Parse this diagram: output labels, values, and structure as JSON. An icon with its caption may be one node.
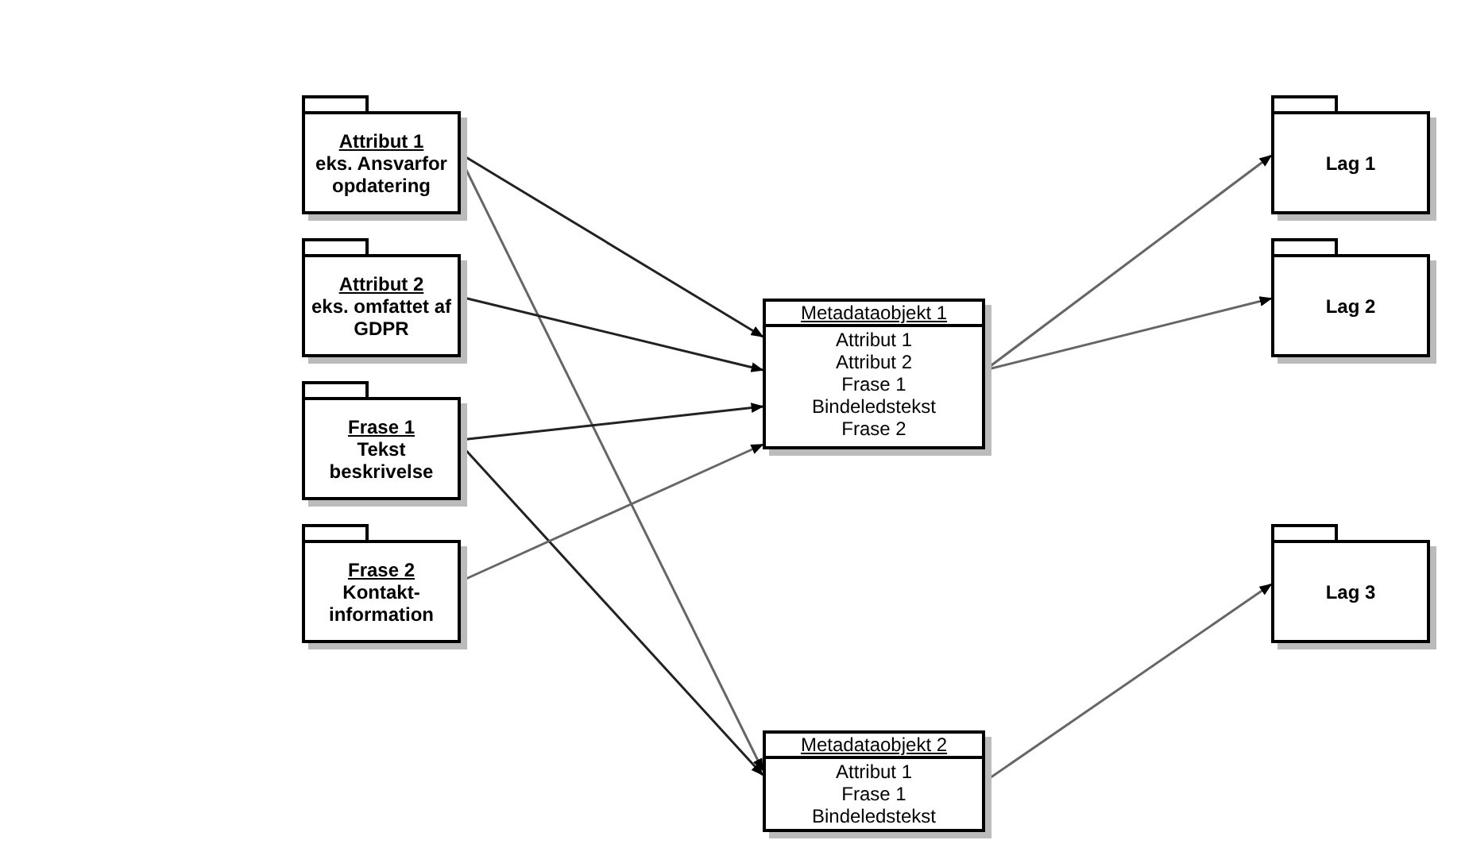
{
  "diagram": {
    "nodes": [
      {
        "text": [
          "Attribut 1",
          "eks. Ansvarfor opdatering"
        ]
      },
      {
        "text": [
          "Attribut 2",
          "eks. omfattet af GDPR"
        ]
      },
      {
        "text": [
          "Frase 1",
          "Tekst beskrivelse"
        ]
      },
      {
        "text": [
          "Frase 2",
          "Kontakt-information"
        ]
      },
      {
        "text": [
          "Metadataobjekt 1",
          "Attribut 1",
          "Attribut 2",
          "Frase 1",
          "Bindeledstekst",
          "Frase 2"
        ]
      },
      {
        "text": [
          "Metadataobjekt 2",
          "Attribut 1",
          "Frase 1",
          "Bindeledstekst"
        ]
      },
      {
        "text": [
          "Lag 1"
        ]
      },
      {
        "text": [
          "Lag 2"
        ]
      },
      {
        "text": [
          "Lag 3"
        ]
      }
    ],
    "edges": [
      {
        "from": 0,
        "to": 4,
        "arrow": "to",
        "color": "#222222"
      },
      {
        "from": 0,
        "to": 5,
        "arrow": "to"
      },
      {
        "from": 1,
        "to": 4,
        "arrow": "to",
        "color": "#222222"
      },
      {
        "from": 2,
        "to": 4,
        "arrow": "to",
        "color": "#222222"
      },
      {
        "from": 2,
        "to": 5,
        "arrow": "to",
        "color": "#222222"
      },
      {
        "from": 3,
        "to": 4,
        "arrow": "to"
      },
      {
        "from": 4,
        "to": 6,
        "arrow": "to"
      },
      {
        "from": 4,
        "to": 7,
        "arrow": "to"
      },
      {
        "from": 5,
        "to": 8,
        "arrow": "to"
      }
    ]
  }
}
